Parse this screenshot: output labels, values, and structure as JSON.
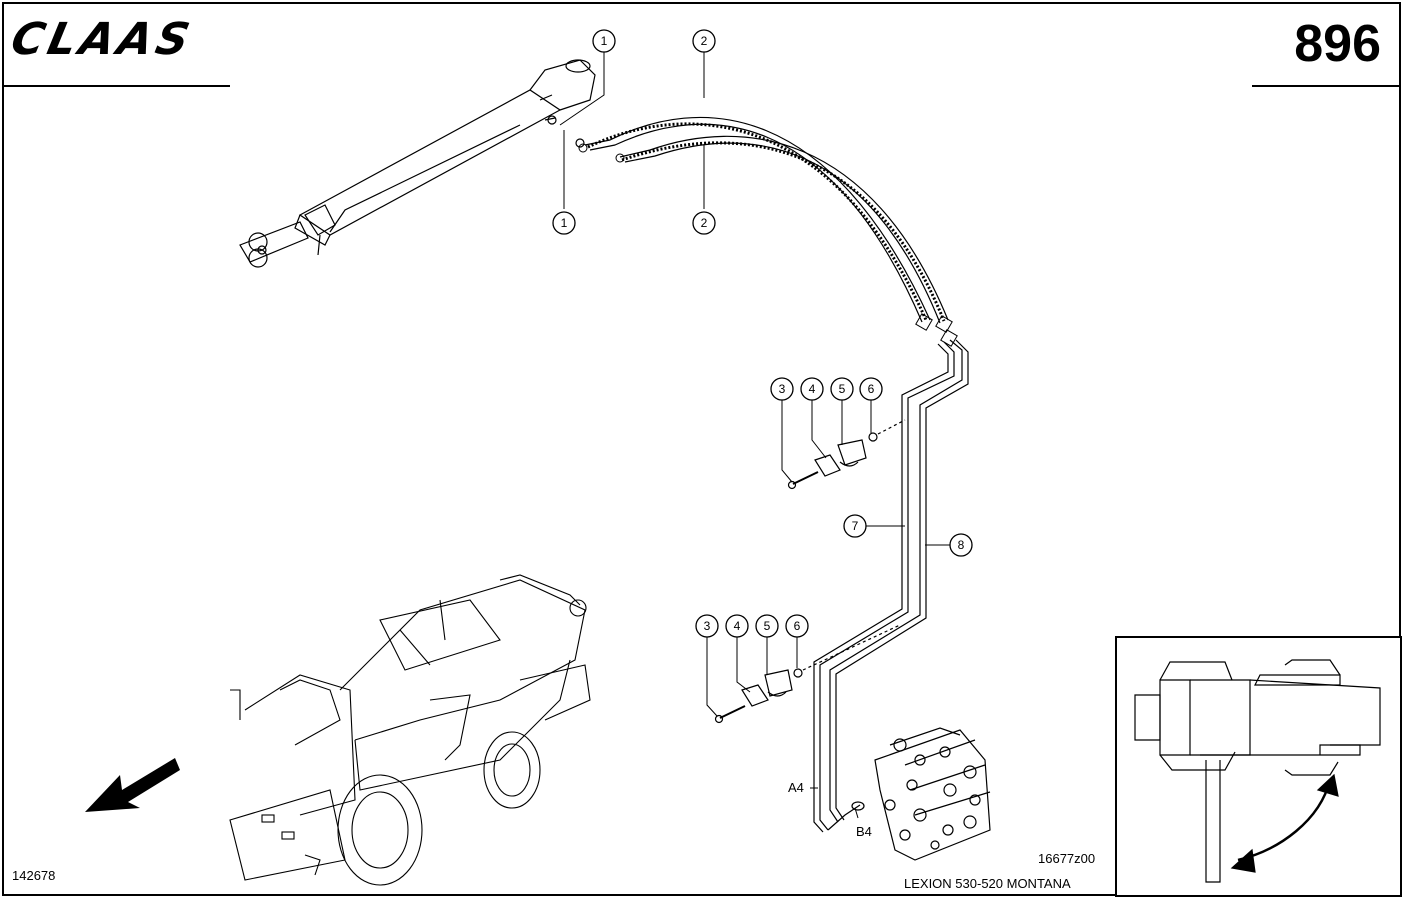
{
  "header": {
    "brand": "CLAAS",
    "page_number": "896"
  },
  "footer": {
    "drawing_id": "142678",
    "diagram_code": "16677z00",
    "model": "LEXION 530-520 MONTANA"
  },
  "callouts": {
    "c1": "1",
    "c2": "2",
    "c3": "3",
    "c4": "4",
    "c5": "5",
    "c6": "6",
    "c7": "7",
    "c8": "8"
  },
  "ports": {
    "a4": "A4",
    "b4": "B4"
  }
}
